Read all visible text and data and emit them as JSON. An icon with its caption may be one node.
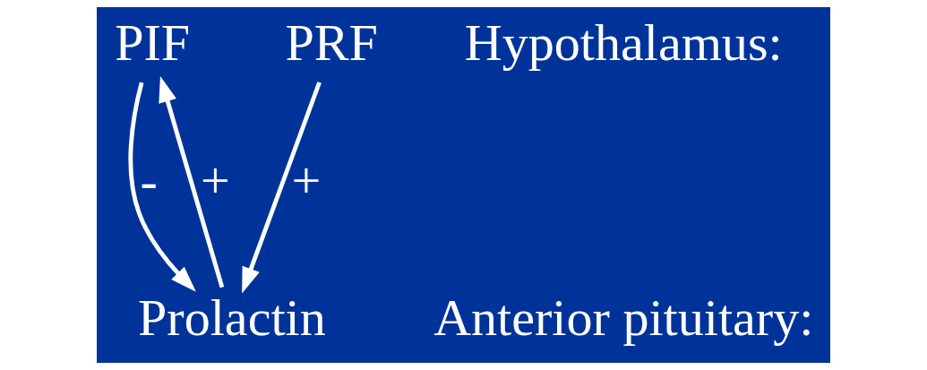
{
  "diagram": {
    "nodes": [
      {
        "text": [
          "PIF"
        ]
      },
      {
        "text": [
          "PRF"
        ]
      },
      {
        "text": [
          "Prolactin"
        ]
      }
    ],
    "edges": [
      {
        "from": 0,
        "to": 2,
        "arrow": "to",
        "label": "-"
      },
      {
        "from": 1,
        "to": 2,
        "arrow": "to",
        "label": "+"
      },
      {
        "from": 2,
        "to": 0,
        "arrow": "to",
        "label": "+"
      }
    ],
    "labels": [
      "Hypothalamus:",
      "Anterior pituitary:"
    ]
  }
}
